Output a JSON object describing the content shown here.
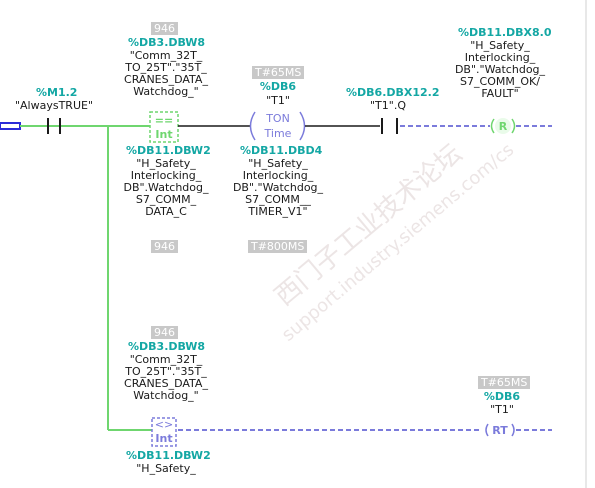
{
  "rung1": {
    "contact": {
      "addr": "%M1.2",
      "sym": "\"AlwaysTRUE\""
    },
    "cmp": {
      "num_top": "946",
      "in1_addr": "%DB3.DBW8",
      "in1_sym": "\"Comm_32T_\nTO_25T\".\"35T_\nCRANES_DATA_\nWatchdog_\"",
      "op": "==",
      "type": "Int",
      "in2_addr": "%DB11.DBW2",
      "in2_sym": "\"H_Safety_\nInterlocking_\nDB\".Watchdog_\nS7_COMM_\nDATA_C",
      "num_bottom": "946"
    },
    "timer": {
      "pt": "T#65MS",
      "db": "%DB6",
      "inst": "\"T1\"",
      "type": "TON",
      "sub": "Time",
      "et_addr": "%DB11.DBD4",
      "et_sym": "\"H_Safety_\nInterlocking_\nDB\".\"Watchdog_\nS7_COMM__\nTIMER_V1\"",
      "et_value": "T#800MS"
    },
    "q_contact": {
      "addr": "%DB6.DBX12.2",
      "sym": "\"T1\".Q"
    },
    "coil": {
      "addr": "%DB11.DBX8.0",
      "sym": "\"H_Safety_\nInterlocking_\nDB\".\"Watchdog_\nS7_COMM_OK/\nFAULT\"",
      "label": "R"
    }
  },
  "rung2": {
    "cmp": {
      "num_top": "946",
      "in1_addr": "%DB3.DBW8",
      "in1_sym": "\"Comm_32T_\nTO_25T\".\"35T_\nCRANES_DATA_\nWatchdog_\"",
      "op": "<>",
      "type": "Int",
      "in2_addr": "%DB11.DBW2",
      "in2_sym": "\"H_Safety_"
    },
    "reset": {
      "pt": "T#65MS",
      "db": "%DB6",
      "inst": "\"T1\"",
      "label": "RT"
    }
  },
  "watermark": {
    "line1": "西门子工业技术论坛",
    "line2": "support.industry.siemens.com/cs"
  },
  "colors": {
    "energized": "#6fd66f",
    "dashed": "#7b7bdb",
    "address": "#14a7a4"
  }
}
